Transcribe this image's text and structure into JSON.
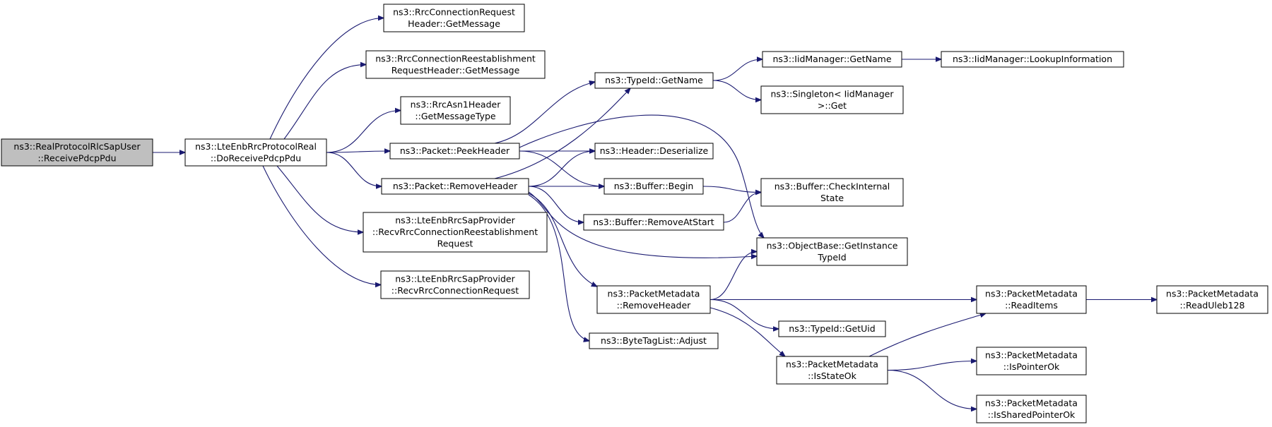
{
  "colors": {
    "node_fill": "#ffffff",
    "root_fill": "#bfbfbf",
    "node_border": "#000000",
    "edge": "#191970"
  },
  "nodes": [
    {
      "id": "n0",
      "lines": [
        "ns3::RealProtocolRlcSapUser",
        "::ReceivePdcpPdu"
      ],
      "root": true
    },
    {
      "id": "n1",
      "lines": [
        "ns3::LteEnbRrcProtocolReal",
        "::DoReceivePdcpPdu"
      ]
    },
    {
      "id": "n2",
      "lines": [
        "ns3::RrcConnectionRequest",
        "Header::GetMessage"
      ]
    },
    {
      "id": "n3",
      "lines": [
        "ns3::RrcConnectionReestablishment",
        "RequestHeader::GetMessage"
      ]
    },
    {
      "id": "n4",
      "lines": [
        "ns3::RrcAsn1Header",
        "::GetMessageType"
      ]
    },
    {
      "id": "n5",
      "lines": [
        "ns3::Packet::PeekHeader"
      ]
    },
    {
      "id": "n6",
      "lines": [
        "ns3::Packet::RemoveHeader"
      ]
    },
    {
      "id": "n7",
      "lines": [
        "ns3::LteEnbRrcSapProvider",
        "::RecvRrcConnectionReestablishment",
        "Request"
      ]
    },
    {
      "id": "n8",
      "lines": [
        "ns3::LteEnbRrcSapProvider",
        "::RecvRrcConnectionRequest"
      ]
    },
    {
      "id": "n9",
      "lines": [
        "ns3::TypeId::GetName"
      ]
    },
    {
      "id": "n10",
      "lines": [
        "ns3::Header::Deserialize"
      ]
    },
    {
      "id": "n11",
      "lines": [
        "ns3::Buffer::Begin"
      ]
    },
    {
      "id": "n12",
      "lines": [
        "ns3::Buffer::RemoveAtStart"
      ]
    },
    {
      "id": "n13",
      "lines": [
        "ns3::PacketMetadata",
        "::RemoveHeader"
      ]
    },
    {
      "id": "n14",
      "lines": [
        "ns3::ByteTagList::Adjust"
      ]
    },
    {
      "id": "n15",
      "lines": [
        "ns3::IidManager::GetName"
      ]
    },
    {
      "id": "n16",
      "lines": [
        "ns3::Singleton< IidManager",
        " >::Get"
      ]
    },
    {
      "id": "n17",
      "lines": [
        "ns3::IidManager::LookupInformation"
      ]
    },
    {
      "id": "n18",
      "lines": [
        "ns3::Buffer::CheckInternal",
        "State"
      ]
    },
    {
      "id": "n19",
      "lines": [
        "ns3::ObjectBase::GetInstance",
        "TypeId"
      ]
    },
    {
      "id": "n20",
      "lines": [
        "ns3::TypeId::GetUid"
      ]
    },
    {
      "id": "n21",
      "lines": [
        "ns3::PacketMetadata",
        "::IsStateOk"
      ]
    },
    {
      "id": "n22",
      "lines": [
        "ns3::PacketMetadata",
        "::ReadItems"
      ]
    },
    {
      "id": "n23",
      "lines": [
        "ns3::PacketMetadata",
        "::ReadUleb128"
      ]
    },
    {
      "id": "n24",
      "lines": [
        "ns3::PacketMetadata",
        "::IsPointerOk"
      ]
    },
    {
      "id": "n25",
      "lines": [
        "ns3::PacketMetadata",
        "::IsSharedPointerOk"
      ]
    }
  ],
  "edges": [
    {
      "from": "n0",
      "to": "n1"
    },
    {
      "from": "n1",
      "to": "n2"
    },
    {
      "from": "n1",
      "to": "n3"
    },
    {
      "from": "n1",
      "to": "n4"
    },
    {
      "from": "n1",
      "to": "n5"
    },
    {
      "from": "n1",
      "to": "n6"
    },
    {
      "from": "n1",
      "to": "n7"
    },
    {
      "from": "n1",
      "to": "n8"
    },
    {
      "from": "n5",
      "to": "n9"
    },
    {
      "from": "n5",
      "to": "n10"
    },
    {
      "from": "n5",
      "to": "n11"
    },
    {
      "from": "n5",
      "to": "n19"
    },
    {
      "from": "n6",
      "to": "n9"
    },
    {
      "from": "n6",
      "to": "n10"
    },
    {
      "from": "n6",
      "to": "n11"
    },
    {
      "from": "n6",
      "to": "n12"
    },
    {
      "from": "n6",
      "to": "n19"
    },
    {
      "from": "n6",
      "to": "n13"
    },
    {
      "from": "n6",
      "to": "n14"
    },
    {
      "from": "n9",
      "to": "n15"
    },
    {
      "from": "n9",
      "to": "n16"
    },
    {
      "from": "n15",
      "to": "n17"
    },
    {
      "from": "n11",
      "to": "n18"
    },
    {
      "from": "n12",
      "to": "n18"
    },
    {
      "from": "n13",
      "to": "n19"
    },
    {
      "from": "n13",
      "to": "n22"
    },
    {
      "from": "n13",
      "to": "n20"
    },
    {
      "from": "n13",
      "to": "n21"
    },
    {
      "from": "n21",
      "to": "n22"
    },
    {
      "from": "n21",
      "to": "n24"
    },
    {
      "from": "n21",
      "to": "n25"
    },
    {
      "from": "n22",
      "to": "n23"
    }
  ]
}
